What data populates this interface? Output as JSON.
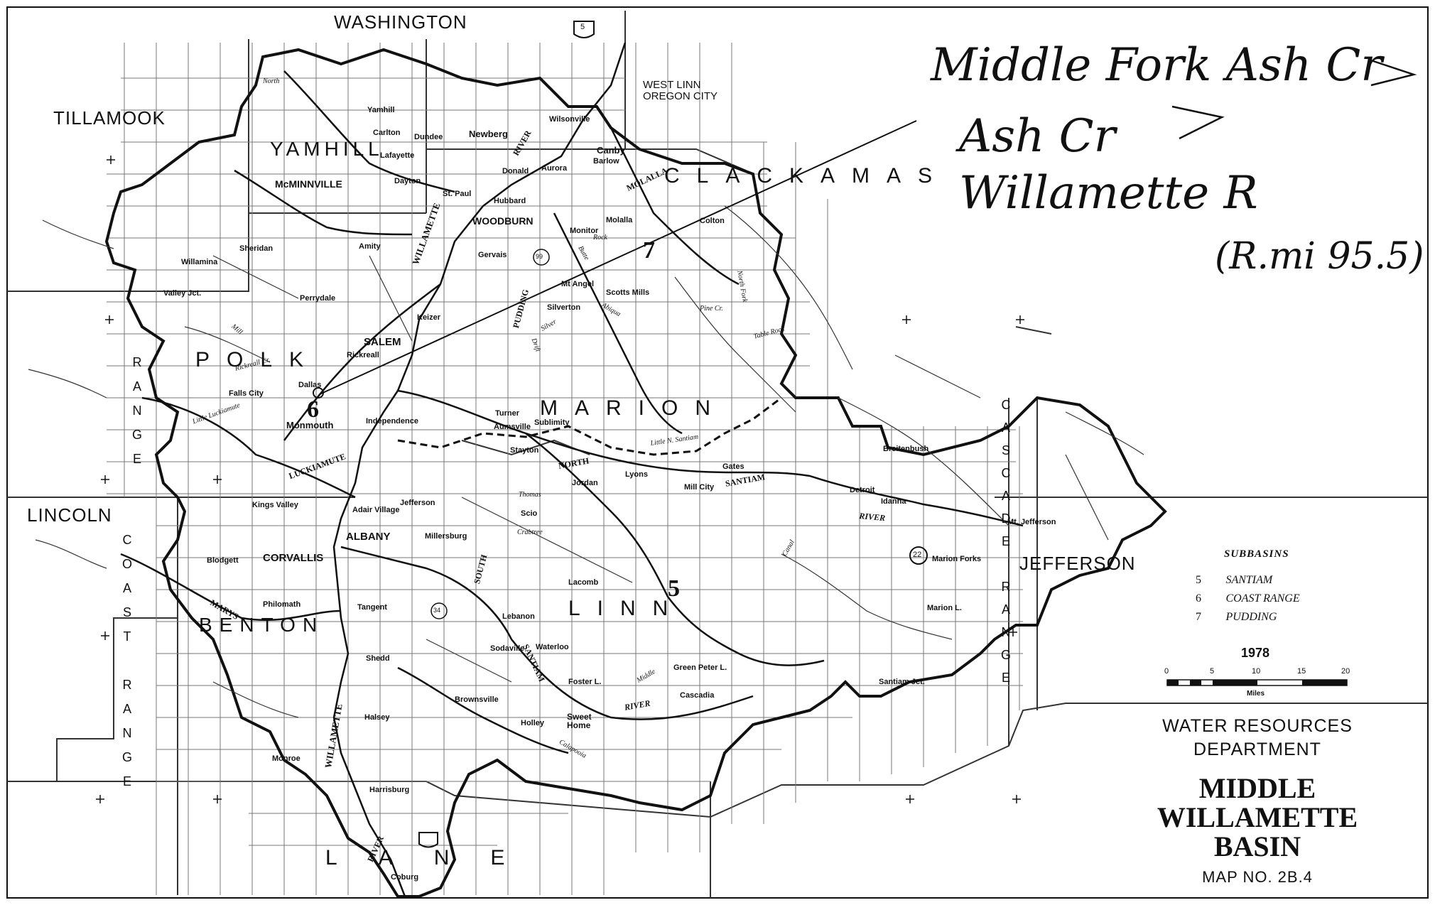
{
  "annotation": {
    "line1": "Middle Fork Ash Cr",
    "line2": "Ash Cr",
    "line3": "Willamette R",
    "line4": "(R.mi 95.5)"
  },
  "counties": {
    "washington": "WASHINGTON",
    "tillamook": "TILLAMOOK",
    "clackamas": "CLACKAMAS",
    "yamhill": "YAMHILL",
    "polk": "POLK",
    "marion": "MARION",
    "lincoln": "LINCOLN",
    "benton": "BENTON",
    "linn": "LINN",
    "jefferson": "JEFFERSON",
    "lane": "LANE",
    "coast_range": "COAST RANGE",
    "cascade_range": "CASCADE RANGE",
    "range_left": "RANGE"
  },
  "towns": {
    "west_linn": "WEST LINN",
    "oregon_city": "OREGON CITY",
    "wilsonville": "Wilsonville",
    "newberg": "Newberg",
    "canby": "Canby",
    "yamhill": "Yamhill",
    "carlton": "Carlton",
    "dundee": "Dundee",
    "lafayette": "Lafayette",
    "dayton": "Dayton",
    "mcminnville": "McMINNVILLE",
    "aurora": "Aurora",
    "donald": "Donald",
    "barlow": "Barlow",
    "st_paul": "St. Paul",
    "hubbard": "Hubbard",
    "woodburn": "WOODBURN",
    "molalla": "Molalla",
    "colton": "Colton",
    "sheridan": "Sheridan",
    "amity": "Amity",
    "willamina": "Willamina",
    "gervais": "Gervais",
    "monitor": "Monitor",
    "mt_angel": "Mt Angel",
    "scotts_mills": "Scotts Mills",
    "silverton": "Silverton",
    "valley_jct": "Valley Jct.",
    "perrydale": "Perrydale",
    "keizer": "Keizer",
    "salem": "SALEM",
    "rickreall": "Rickreall",
    "dallas": "Dallas",
    "falls_city": "Falls City",
    "monmouth": "Monmouth",
    "independence": "Independence",
    "turner": "Turner",
    "aumsville": "Aumsville",
    "sublimity": "Sublimity",
    "stayton": "Stayton",
    "jordan": "Jordan",
    "lyons": "Lyons",
    "gates": "Gates",
    "mill_city": "Mill City",
    "breitenbush": "Breitenbush",
    "detroit": "Detroit",
    "idanha": "Idanha",
    "mt_jefferson": "Mt. Jefferson",
    "marion_forks": "Marion Forks",
    "marion_l": "Marion L.",
    "kings_valley": "Kings Valley",
    "adair_village": "Adair Village",
    "albany": "ALBANY",
    "jefferson": "Jefferson",
    "millersburg": "Millersburg",
    "scio": "Scio",
    "blodgett": "Blodgett",
    "corvallis": "CORVALLIS",
    "philomath": "Philomath",
    "tangent": "Tangent",
    "lacomb": "Lacomb",
    "lebanon": "Lebanon",
    "waterloo": "Waterloo",
    "sodaville": "Sodaville",
    "foster_l": "Foster L.",
    "green_peter": "Green Peter L.",
    "cascadia": "Cascadia",
    "santiam_jct": "Santiam Jct.",
    "shedd": "Shedd",
    "brownsville": "Brownsville",
    "halsey": "Halsey",
    "holley": "Holley",
    "sweet_home": "Sweet Home",
    "monroe": "Monroe",
    "harrisburg": "Harrisburg",
    "coburg": "Coburg"
  },
  "rivers": {
    "willamette": "WILLAMETTE",
    "willamette_lower": "WILLAMETTE",
    "river_upper": "RIVER",
    "river_lower": "RIVER",
    "molalla": "MOLALLA",
    "pudding": "PUDDING",
    "north_santiam": "NORTH",
    "santiam": "SANTIAM",
    "south_santiam": "SOUTH",
    "santiam_s": "SANTIAM",
    "luckiamute": "LUCKIAMUTE",
    "marys": "MARYS",
    "detroit_river": "RIVER",
    "river_linn": "RIVER",
    "north": "North",
    "rock": "Rock",
    "pine": "Pine Cr.",
    "table_rock": "Table Rock",
    "little_n_santiam": "Little N. Santiam",
    "crabtree": "Crabtree",
    "thomas": "Thomas",
    "calapooia": "Calapooia",
    "little_luckiamute": "Little Luckiamute",
    "rickreall_cr": "Rickreall Cr.",
    "mill_cr": "Mill",
    "abiqua": "Abiqua",
    "butte": "Butte",
    "silver": "Silver",
    "drift": "Drift",
    "canal": "Canal",
    "middle": "Middle",
    "north_fork": "North Fork"
  },
  "subbasin_marks": {
    "seven": "7",
    "six": "6",
    "five": "5"
  },
  "legend": {
    "title": "SUBBASINS",
    "items": [
      {
        "num": "5",
        "name": "SANTIAM"
      },
      {
        "num": "6",
        "name": "COAST RANGE"
      },
      {
        "num": "7",
        "name": "PUDDING"
      }
    ],
    "year": "1978",
    "scale_ticks": [
      "0",
      "5",
      "10",
      "15",
      "20"
    ],
    "scale_unit": "Miles"
  },
  "title_block": {
    "dept_line1": "WATER RESOURCES",
    "dept_line2": "DEPARTMENT",
    "title_line1": "MIDDLE",
    "title_line2": "WILLAMETTE",
    "title_line3": "BASIN",
    "map_no": "MAP NO. 2B.4"
  },
  "highway_shields": {
    "i5_top": "5",
    "hwy_22": "22",
    "hwy_99": "99",
    "hwy_34": "34"
  },
  "colors": {
    "ink": "#111111",
    "paper": "#ffffff",
    "grid": "#555555"
  }
}
